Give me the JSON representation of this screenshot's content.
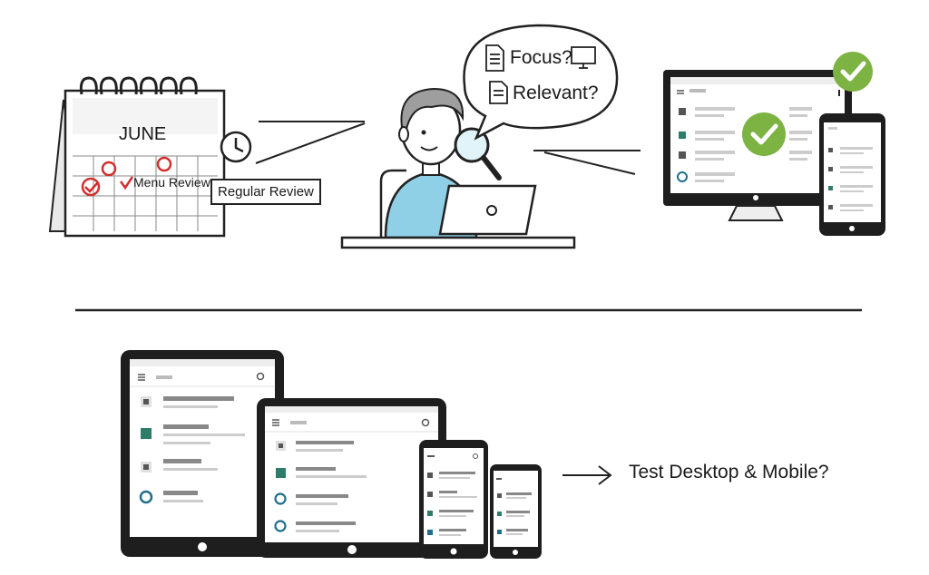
{
  "calendar": {
    "month": "JUNE",
    "note": "Menu Review",
    "tag": "Regular Review"
  },
  "bubble": {
    "line1": "Focus?",
    "line2": "Relevant?"
  },
  "bottom": {
    "caption": "Test Desktop & Mobile?"
  },
  "colors": {
    "check_green": "#7cb342",
    "person_shirt": "#8fd0e6",
    "device_dark": "#1e1e1e",
    "icon_teal": "#2e7d6b",
    "icon_blue": "#1f6f8b"
  }
}
